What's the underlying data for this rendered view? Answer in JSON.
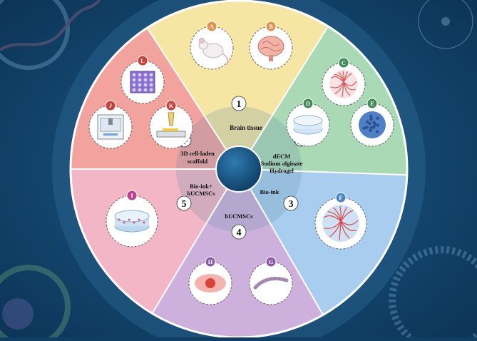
{
  "diagram": {
    "steps": [
      {
        "number": "1",
        "label": "Brain tissue",
        "color": "#f5e6a3"
      },
      {
        "number": "2",
        "label_lines": [
          "dECM",
          "Sodium alginate",
          "Hydrogel"
        ],
        "color": "#a9d9b5"
      },
      {
        "number": "3",
        "label": "Bio-ink",
        "color": "#a8cdee"
      },
      {
        "number": "4",
        "label": "hUCMSCs",
        "color": "#cdb0dc"
      },
      {
        "number": "5",
        "label_lines": [
          "Bio-ink+",
          "hUCMSCs"
        ],
        "color": "#f3b6c6"
      },
      {
        "number": "6",
        "label_lines": [
          "3D cell-laden",
          "scaffold"
        ],
        "color": "#f3a39e"
      }
    ],
    "panels": [
      {
        "letter": "A",
        "icon": "mouse-icon",
        "badge_color": "#e2904a"
      },
      {
        "letter": "B",
        "icon": "brain-icon",
        "badge_color": "#e2904a"
      },
      {
        "letter": "C",
        "icon": "fiber-network-icon",
        "badge_color": "#3f8a56"
      },
      {
        "letter": "D",
        "icon": "hydrogel-disc-icon",
        "badge_color": "#3f8a56"
      },
      {
        "letter": "E",
        "icon": "porous-sphere-icon",
        "badge_color": "#3f8a56"
      },
      {
        "letter": "F",
        "icon": "bioink-network-icon",
        "badge_color": "#4a84c4"
      },
      {
        "letter": "G",
        "icon": "spindle-cell-icon",
        "badge_color": "#8b5aa8"
      },
      {
        "letter": "H",
        "icon": "round-cell-icon",
        "badge_color": "#8b5aa8"
      },
      {
        "letter": "I",
        "icon": "cell-laden-disc-icon",
        "badge_color": "#b8438a"
      },
      {
        "letter": "J",
        "icon": "bioprinter-icon",
        "badge_color": "#c8403a"
      },
      {
        "letter": "K",
        "icon": "printing-nozzle-icon",
        "badge_color": "#c8403a"
      },
      {
        "letter": "L",
        "icon": "porous-scaffold-icon",
        "badge_color": "#c8403a"
      }
    ]
  }
}
